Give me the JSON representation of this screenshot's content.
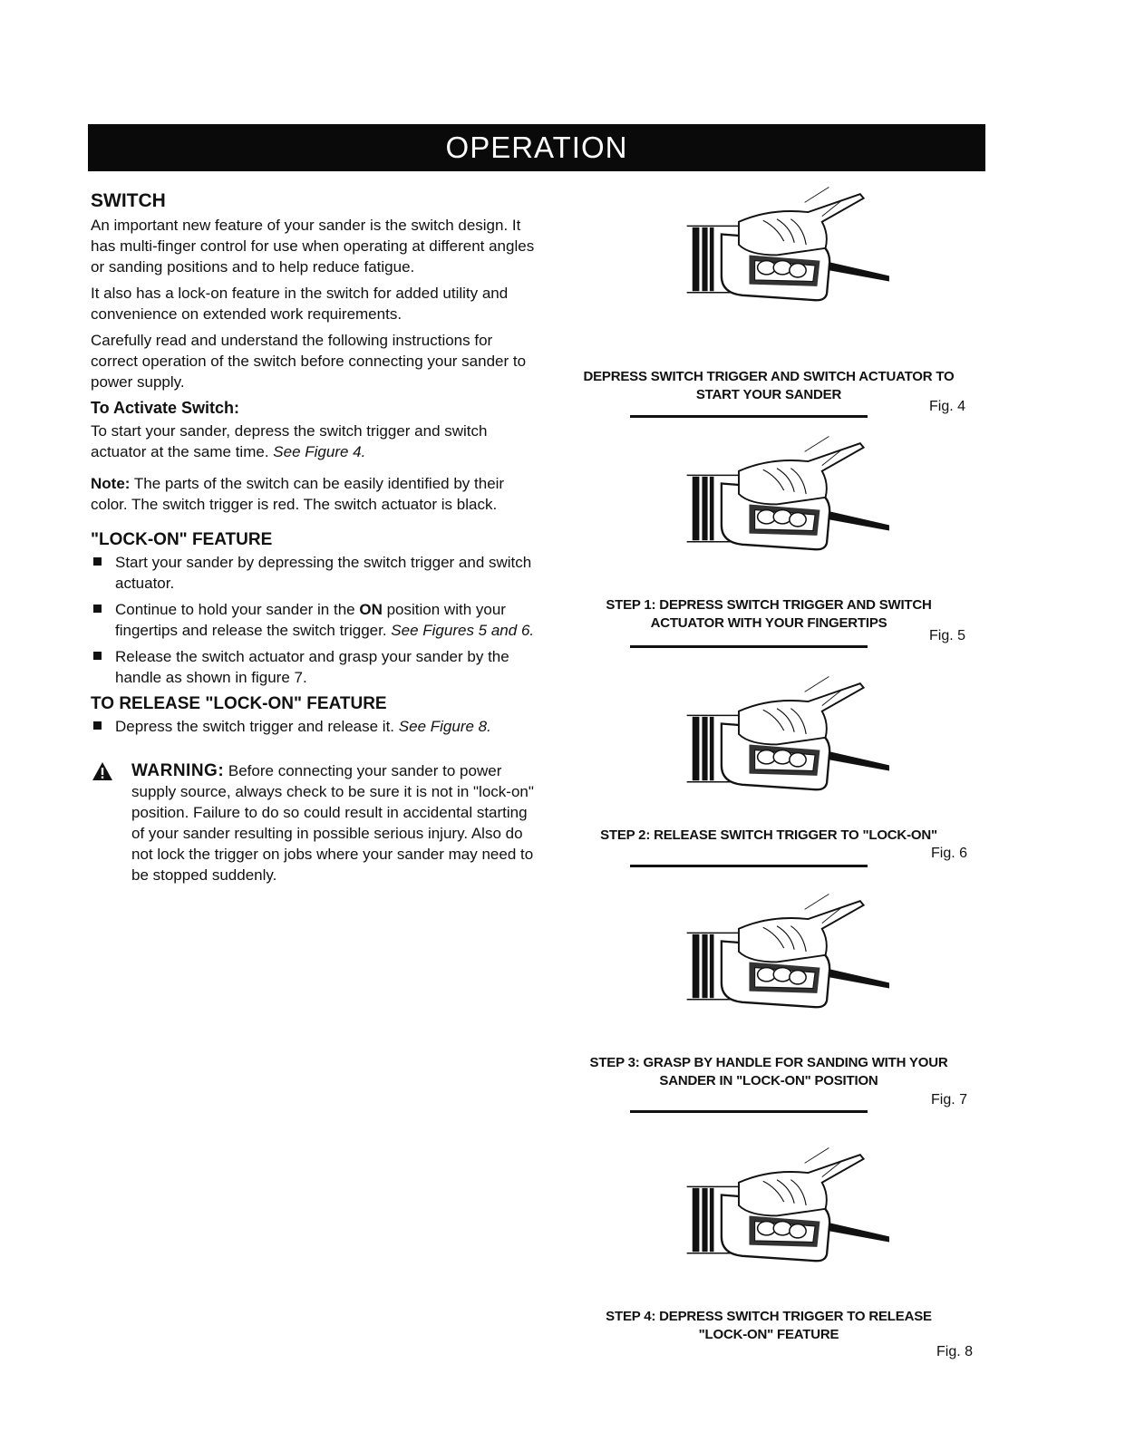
{
  "header": {
    "title": "OPERATION"
  },
  "switch_section": {
    "heading": "SWITCH",
    "p1": "An important new feature of your sander is the switch design. It has multi-finger control for use when operating at different angles or sanding positions and to help reduce fatigue.",
    "p2": "It also has a lock-on feature in the switch for added utility and convenience on extended work requirements.",
    "p3": "Carefully read and understand the following instructions for correct operation of the switch before connecting your sander to power supply.",
    "activate_heading": "To Activate Switch:",
    "activate_text": "To start your sander, depress the switch trigger and switch actuator at the same time.",
    "activate_ref": "See Figure 4.",
    "note_label": "Note:",
    "note_text": "The parts of the switch can be easily identified by their color. The switch trigger is red. The switch actuator is black."
  },
  "lockon_section": {
    "heading": "\"LOCK-ON\" FEATURE",
    "b1": "Start your sander by depressing the switch trigger and switch actuator.",
    "b2_pre": "Continue to hold your sander in the",
    "b2_on": "ON",
    "b2_post": "position with your fingertips and release the switch trigger.",
    "b2_ref": "See Figures 5 and 6.",
    "b3": "Release the switch actuator and grasp your sander by the handle as shown in figure 7."
  },
  "release_section": {
    "heading": "TO RELEASE \"LOCK-ON\" FEATURE",
    "b1": "Depress the switch trigger and release it.",
    "b1_ref": "See Figure 8."
  },
  "warning": {
    "label": "WARNING:",
    "text": "Before connecting your sander to power supply source, always check to be sure it is not in \"lock-on\" position. Failure to do so could result in accidental starting of your sander resulting in possible serious injury. Also do not lock the trigger on jobs where your sander may need to be stopped suddenly."
  },
  "figures": [
    {
      "caption_1": "DEPRESS SWITCH TRIGGER AND SWITCH ACTUATOR TO",
      "caption_2": "START YOUR SANDER",
      "label": "Fig. 4"
    },
    {
      "caption_1": "STEP 1: DEPRESS SWITCH TRIGGER AND SWITCH",
      "caption_2": "ACTUATOR WITH YOUR FINGERTIPS",
      "label": "Fig. 5"
    },
    {
      "caption_1": "STEP 2: RELEASE SWITCH TRIGGER TO \"LOCK-ON\"",
      "caption_2": "",
      "label": "Fig. 6"
    },
    {
      "caption_1": "STEP 3: GRASP BY HANDLE FOR SANDING WITH YOUR",
      "caption_2": "SANDER IN \"LOCK-ON\" POSITION",
      "label": "Fig. 7"
    },
    {
      "caption_1": "STEP 4: DEPRESS SWITCH TRIGGER TO RELEASE",
      "caption_2": "\"LOCK-ON\" FEATURE",
      "label": "Fig. 8"
    }
  ]
}
